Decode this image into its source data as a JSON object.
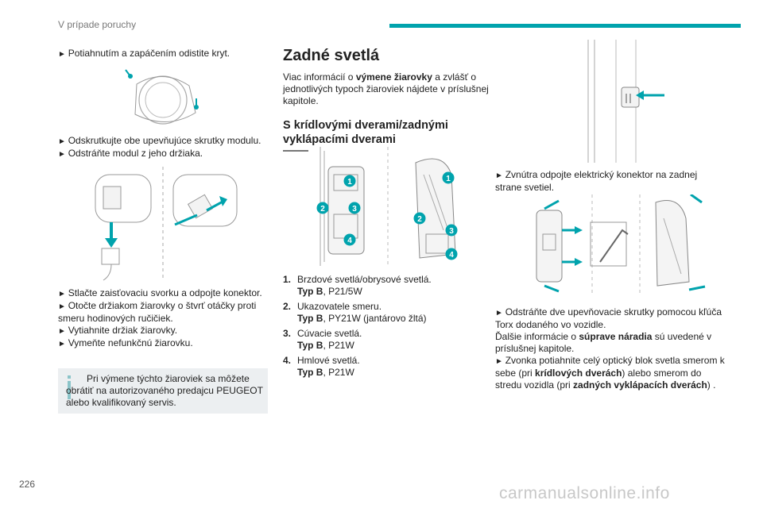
{
  "header": {
    "section": "V prípade poruchy"
  },
  "page_number": "226",
  "watermark": "carmanualsonline.info",
  "col1": {
    "step1": "Potiahnutím a zapáčením odistite kryt.",
    "step2": "Odskrutkujte obe upevňujúce skrutky modulu.",
    "step3": "Odstráňte modul z jeho držiaka.",
    "step4": "Stlačte zaisťovaciu svorku a odpojte konektor.",
    "step5": "Otočte držiakom žiarovky o štvrť otáčky proti smeru hodinových ručičiek.",
    "step6": "Vytiahnite držiak žiarovky.",
    "step7": "Vymeňte nefunkčnú žiarovku.",
    "note": "Pri výmene týchto žiaroviek sa môžete obrátiť na autorizovaného predajcu PEUGEOT alebo kvalifikovaný servis."
  },
  "col2": {
    "title": "Zadné svetlá",
    "intro_pre": "Viac informácií o ",
    "intro_bold": "výmene žiarovky",
    "intro_post": " a zvlášť o jednotlivých typoch žiaroviek nájdete v príslušnej kapitole.",
    "subtitle": "S krídlovými dverami/zadnými vyklápacími dverami",
    "legend": [
      {
        "num": "1.",
        "name": "Brzdové svetlá/obrysové svetlá.",
        "type_label": "Typ B",
        "spec": ", P21/5W"
      },
      {
        "num": "2.",
        "name": "Ukazovatele smeru.",
        "type_label": "Typ B",
        "spec": ", PY21W (jantárovo žltá)"
      },
      {
        "num": "3.",
        "name": "Cúvacie svetlá.",
        "type_label": "Typ B",
        "spec": ", P21W"
      },
      {
        "num": "4.",
        "name": "Hmlové svetlá.",
        "type_label": "Typ B",
        "spec": ", P21W"
      }
    ],
    "callouts": [
      "1",
      "2",
      "3",
      "4"
    ]
  },
  "col3": {
    "step1": "Zvnútra odpojte elektrický konektor na zadnej strane svetiel.",
    "step2": "Odstráňte dve upevňovacie skrutky pomocou kľúča Torx dodaného vo vozidle.",
    "info_pre": "Ďalšie informácie o ",
    "info_bold": "súprave náradia",
    "info_post": " sú uvedené v príslušnej kapitole.",
    "step3_pre": "Zvonka potiahnite celý optický blok svetla smerom k sebe (pri ",
    "step3_bold1": "krídlových dverách",
    "step3_mid": ") alebo smerom do stredu vozidla (pri ",
    "step3_bold2": "zadných vyklápacích dverách",
    "step3_post": ") ."
  },
  "colors": {
    "accent": "#00a3ad",
    "callout": "#00a3ad",
    "note_bg": "#eceff1"
  }
}
